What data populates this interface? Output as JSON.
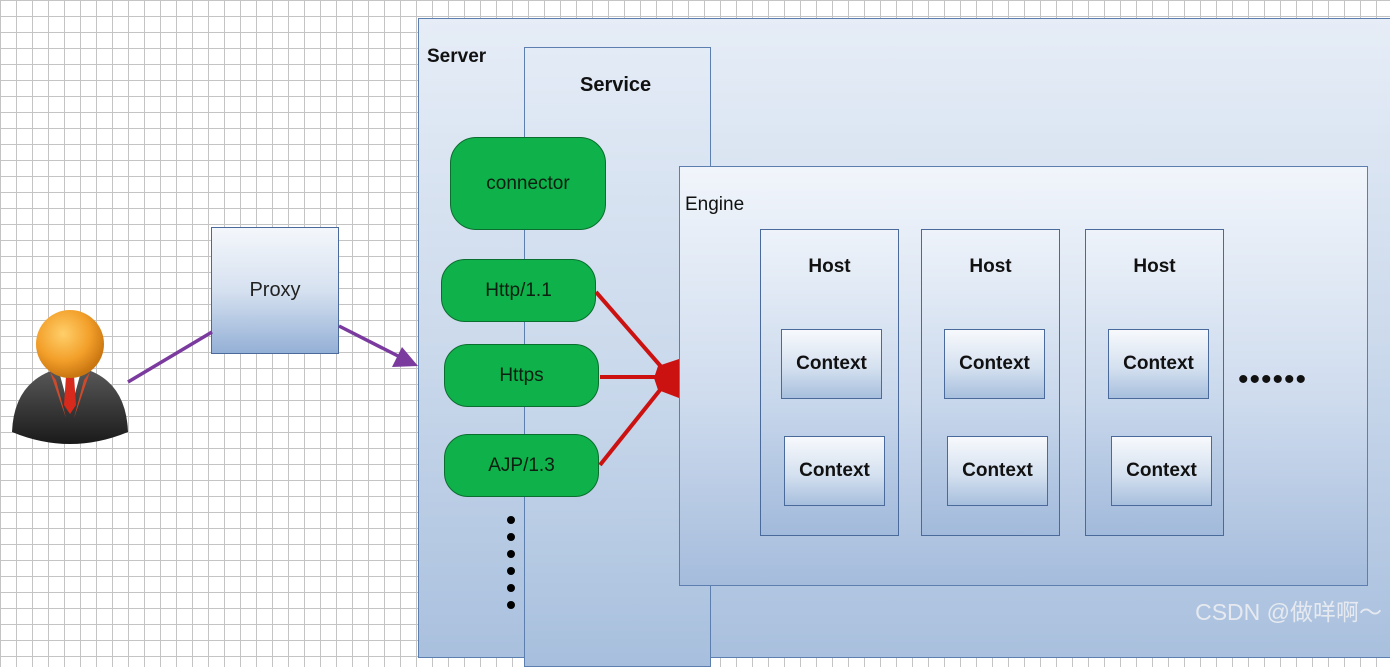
{
  "diagram": {
    "server_label": "Server",
    "service_label": "Service",
    "engine_label": "Engine",
    "proxy_label": "Proxy",
    "connectors": [
      "connector",
      "Http/1.1",
      "Https",
      "AJP/1.3"
    ],
    "hosts": [
      {
        "label": "Host",
        "contexts": [
          "Context",
          "Context"
        ]
      },
      {
        "label": "Host",
        "contexts": [
          "Context",
          "Context"
        ]
      },
      {
        "label": "Host",
        "contexts": [
          "Context",
          "Context"
        ]
      }
    ],
    "more_hosts": "••••••"
  },
  "colors": {
    "connector_fill": "#0fb14a",
    "user_arrow": "#7a3a9e",
    "request_arrow": "#cc1111"
  },
  "watermark": "CSDN @做咩啊～"
}
